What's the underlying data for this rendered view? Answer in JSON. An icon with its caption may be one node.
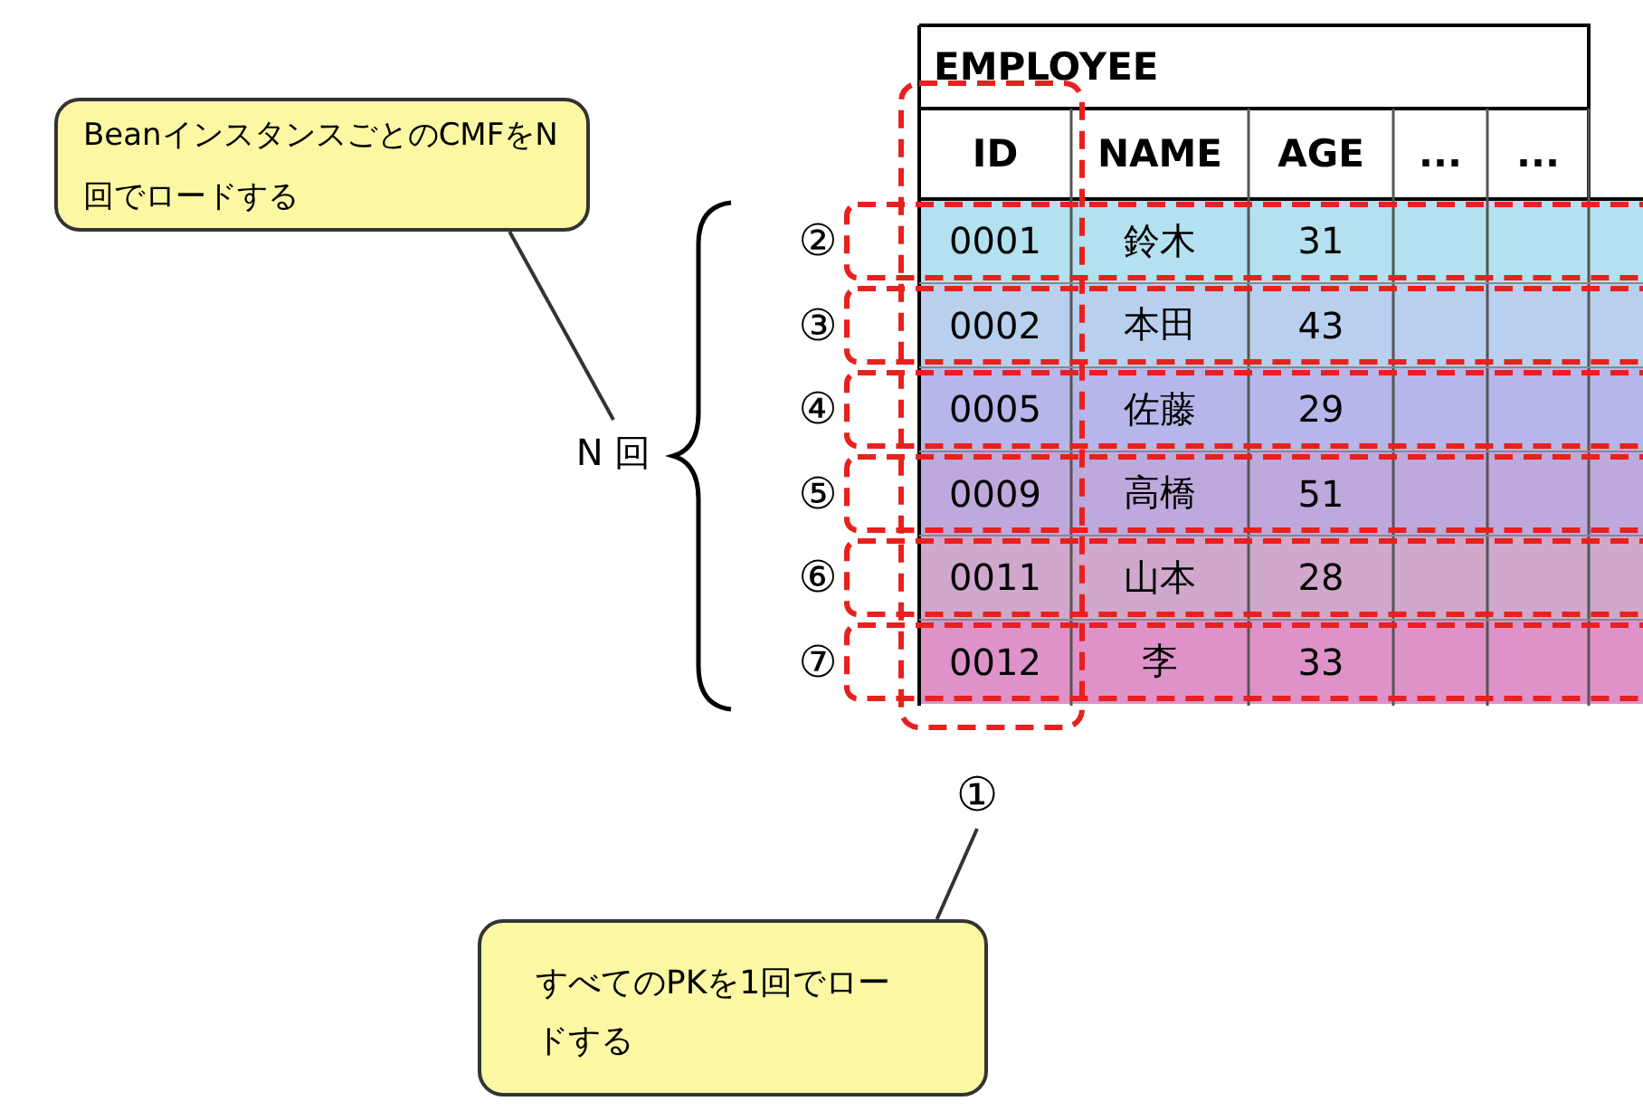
{
  "diagram": {
    "nodes": [
      {
        "text": [
          "BeanインスタンスごとのCMFをN回でロードする"
        ]
      },
      {
        "text": [
          "N 回"
        ]
      },
      {
        "text": [
          "すべてのPKを1回でロードする"
        ]
      },
      {
        "text": [
          "①"
        ]
      }
    ],
    "edges": [
      {
        "from": 0,
        "to": 1,
        "arrow": "none"
      },
      {
        "from": 2,
        "to": 3,
        "arrow": "none"
      }
    ],
    "labels": [
      "EMPLOYEE",
      "ID",
      "NAME",
      "AGE",
      "...",
      "...",
      "②",
      "0001",
      "鈴木",
      "31",
      "③",
      "0002",
      "本田",
      "43",
      "④",
      "0005",
      "佐藤",
      "29",
      "⑤",
      "0009",
      "高橋",
      "51",
      "⑥",
      "0011",
      "山本",
      "28",
      "⑦",
      "0012",
      "李",
      "33"
    ]
  }
}
